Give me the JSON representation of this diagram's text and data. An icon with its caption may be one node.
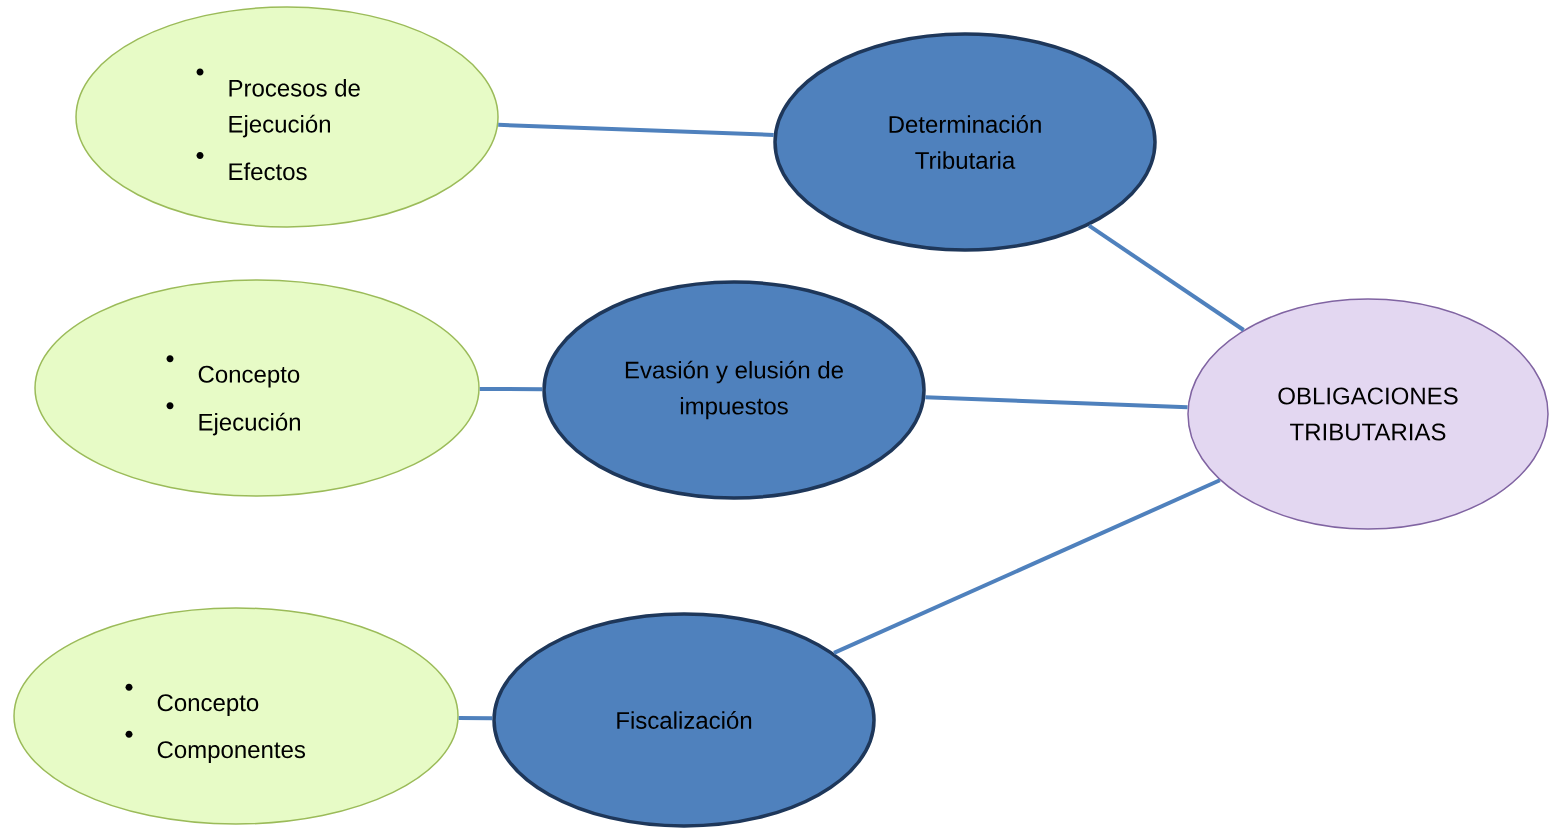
{
  "diagram": {
    "nodes": [
      {
        "text": [
          "Procesos de Ejecución",
          "Efectos"
        ]
      },
      {
        "text": [
          "Determinación Tributaria"
        ]
      },
      {
        "text": [
          "Concepto",
          "Ejecución"
        ]
      },
      {
        "text": [
          "Evasión y elusión de impuestos"
        ]
      },
      {
        "text": [
          "OBLIGACIONES TRIBUTARIAS"
        ]
      },
      {
        "text": [
          "Concepto",
          "Componentes"
        ]
      },
      {
        "text": [
          "Fiscalización"
        ]
      }
    ],
    "edges": [
      {
        "from": 0,
        "to": 1,
        "arrow": "none"
      },
      {
        "from": 1,
        "to": 4,
        "arrow": "none"
      },
      {
        "from": 2,
        "to": 3,
        "arrow": "none"
      },
      {
        "from": 3,
        "to": 4,
        "arrow": "none"
      },
      {
        "from": 5,
        "to": 6,
        "arrow": "none"
      },
      {
        "from": 6,
        "to": 4,
        "arrow": "none"
      }
    ]
  }
}
